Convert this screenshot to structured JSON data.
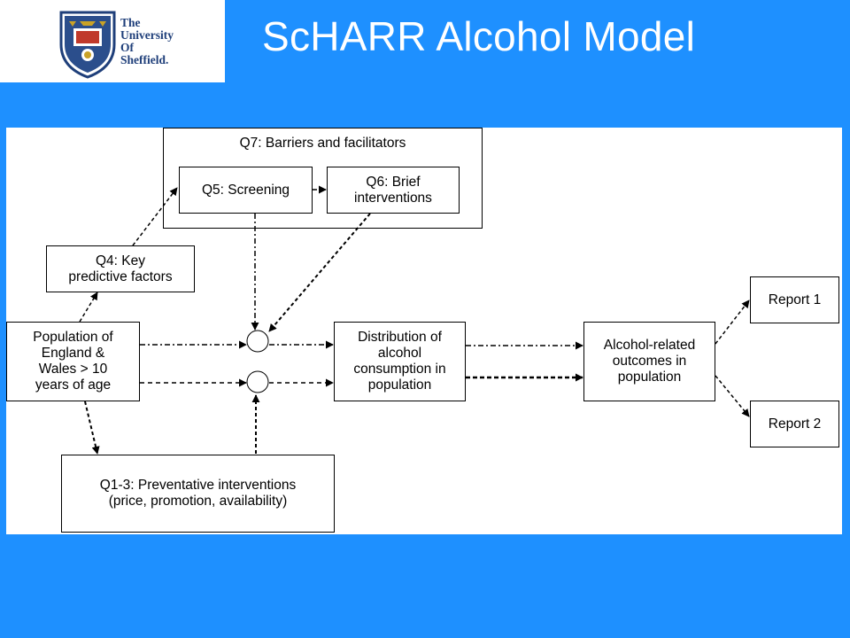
{
  "header": {
    "logo": {
      "name": "university-of-sheffield-logo",
      "lines": [
        "The",
        "University",
        "Of",
        "Sheffield."
      ]
    },
    "title": "ScHARR Alcohol Model"
  },
  "colors": {
    "background": "#1e90ff",
    "panel": "#ffffff",
    "logo_navy": "#1f3f7a",
    "logo_gold": "#c9a227"
  },
  "diagram": {
    "q7_group": "Q7: Barriers and facilitators",
    "q5": "Q5: Screening",
    "q6": "Q6: Brief\ninterventions",
    "q4": "Q4: Key\npredictive factors",
    "population": "Population of\nEngland &\nWales > 10\nyears of age",
    "distribution": "Distribution of\nalcohol\nconsumption in\npopulation",
    "outcomes": "Alcohol-related\noutcomes in\npopulation",
    "report1": "Report 1",
    "report2": "Report 2",
    "q1_3": "Q1-3: Preventative interventions\n(price, promotion, availability)"
  }
}
